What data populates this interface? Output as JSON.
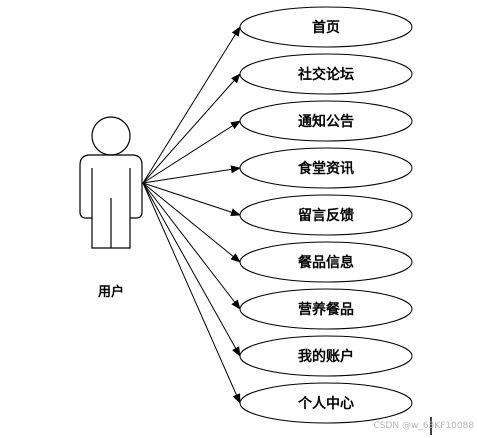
{
  "actor": {
    "label": "用户",
    "icon": "person-icon"
  },
  "use_cases": [
    {
      "label": "首页"
    },
    {
      "label": "社交论坛"
    },
    {
      "label": "通知公告"
    },
    {
      "label": "食堂资讯"
    },
    {
      "label": "留言反馈"
    },
    {
      "label": "餐品信息"
    },
    {
      "label": "营养餐品"
    },
    {
      "label": "我的账户"
    },
    {
      "label": "个人中心"
    }
  ],
  "watermark": "CSDN @w_63KF10088",
  "colors": {
    "stroke": "#000000",
    "background": "#ffffff",
    "watermark": "#b8b8b8"
  }
}
